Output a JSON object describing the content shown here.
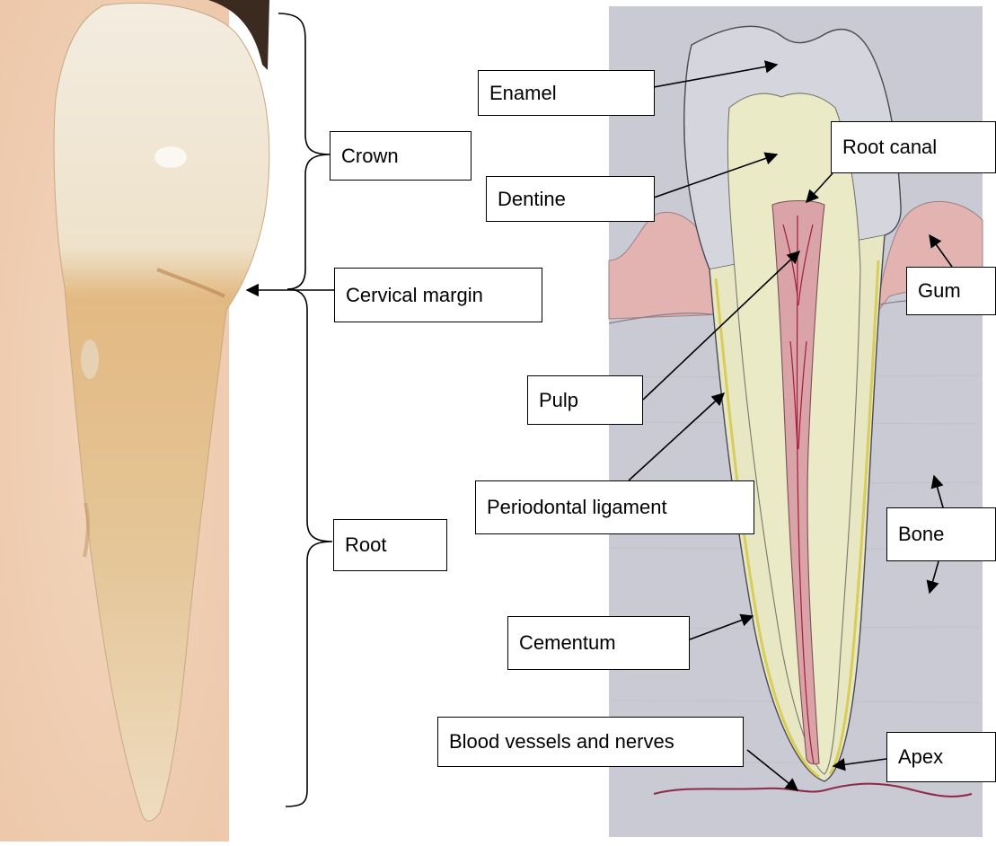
{
  "labels": {
    "enamel": "Enamel",
    "crown": "Crown",
    "dentine": "Dentine",
    "root_canal": "Root canal",
    "cervical_margin": "Cervical margin",
    "gum": "Gum",
    "pulp": "Pulp",
    "periodontal_ligament": "Periodontal ligament",
    "root": "Root",
    "bone": "Bone",
    "cementum": "Cementum",
    "blood_vessels_and_nerves": "Blood vessels and nerves",
    "apex": "Apex"
  },
  "colors": {
    "photo_background": "#f2d2b8",
    "tooth_crown": "#ede4cf",
    "tooth_root": "#e0bf8a",
    "paper_background": "#c8c9d3",
    "gum": "#e2a6a4",
    "dentine": "#e9e7c2",
    "pulp": "#d69ea2",
    "line": "#000000"
  }
}
